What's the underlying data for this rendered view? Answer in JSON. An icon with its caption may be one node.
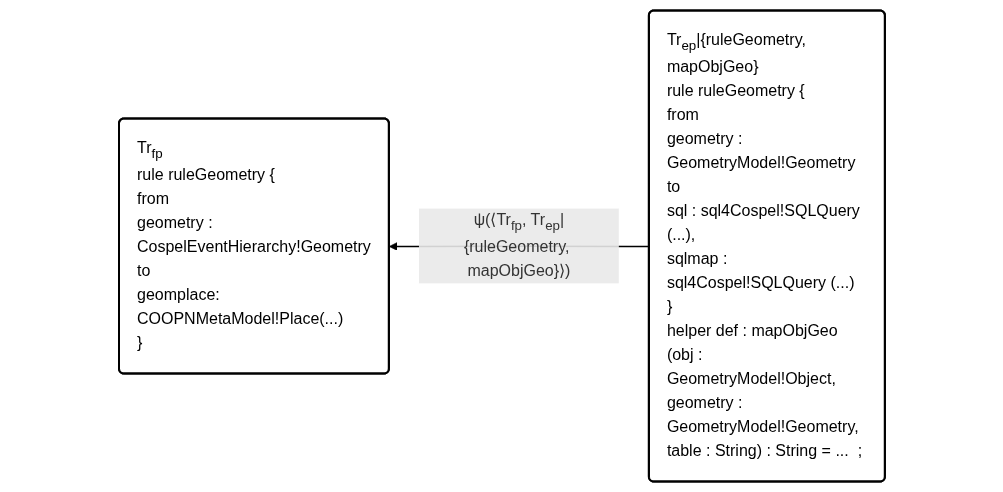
{
  "diagram": {
    "nodes": [
      {
        "text": [
          "Tr$_{fp}$",
          "rule ruleGeometry {",
          "from",
          "geometry : CospelEventHierarchy!Geometry",
          "to",
          "geomplace: COOPNMetaModel!Place(...)",
          "}"
        ]
      },
      {
        "text": [
          "Tr$_{ep}$|{ruleGeometry, mapObjGeo}",
          "rule ruleGeometry {",
          "from",
          "geometry : GeometryModel!Geometry",
          "to",
          "sql : sql4Cospel!SQLQuery (...),",
          "sqlmap : sql4Cospel!SQLQuery (...)",
          "}",
          "helper def : mapObjGeo",
          "(obj : GeometryModel!Object,",
          "geometry : GeometryModel!Geometry,",
          "table : String) : String = ...  ;"
        ]
      }
    ],
    "edges": [
      {
        "from": 1,
        "to": 0,
        "arrow": "to",
        "label": "ψ(⟨Tr$_{fp}$, Tr$_{ep}$|{ruleGeometry, mapObjGeo}⟩)"
      }
    ]
  }
}
